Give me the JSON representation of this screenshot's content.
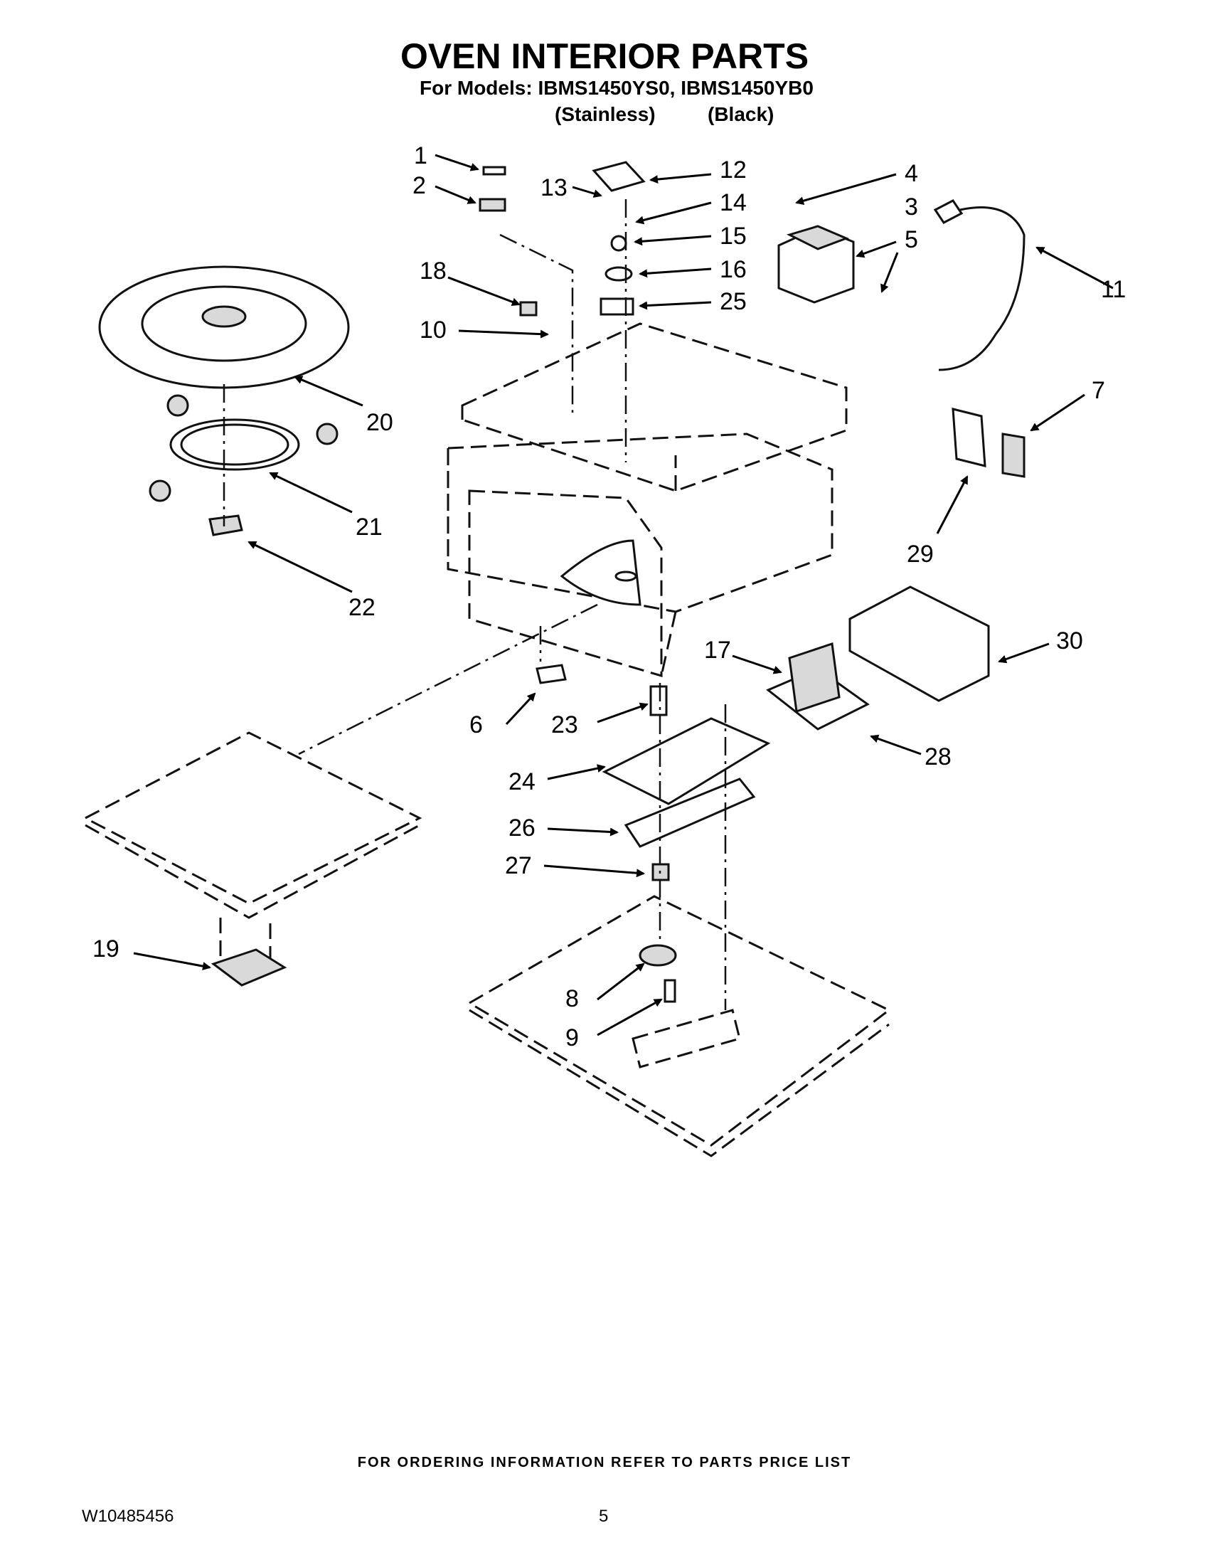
{
  "title": "OVEN INTERIOR PARTS",
  "subtitle": "For Models: IBMS1450YS0, IBMS1450YB0",
  "variants": [
    "(Stainless)",
    "(Black)"
  ],
  "callouts": [
    "1",
    "2",
    "3",
    "4",
    "5",
    "6",
    "7",
    "8",
    "9",
    "10",
    "11",
    "12",
    "13",
    "14",
    "15",
    "16",
    "17",
    "18",
    "19",
    "20",
    "21",
    "22",
    "23",
    "24",
    "25",
    "26",
    "27",
    "28",
    "29",
    "30"
  ],
  "footer_note": "FOR ORDERING INFORMATION REFER TO PARTS PRICE LIST",
  "doc_number": "W10485456",
  "page_number": "5"
}
